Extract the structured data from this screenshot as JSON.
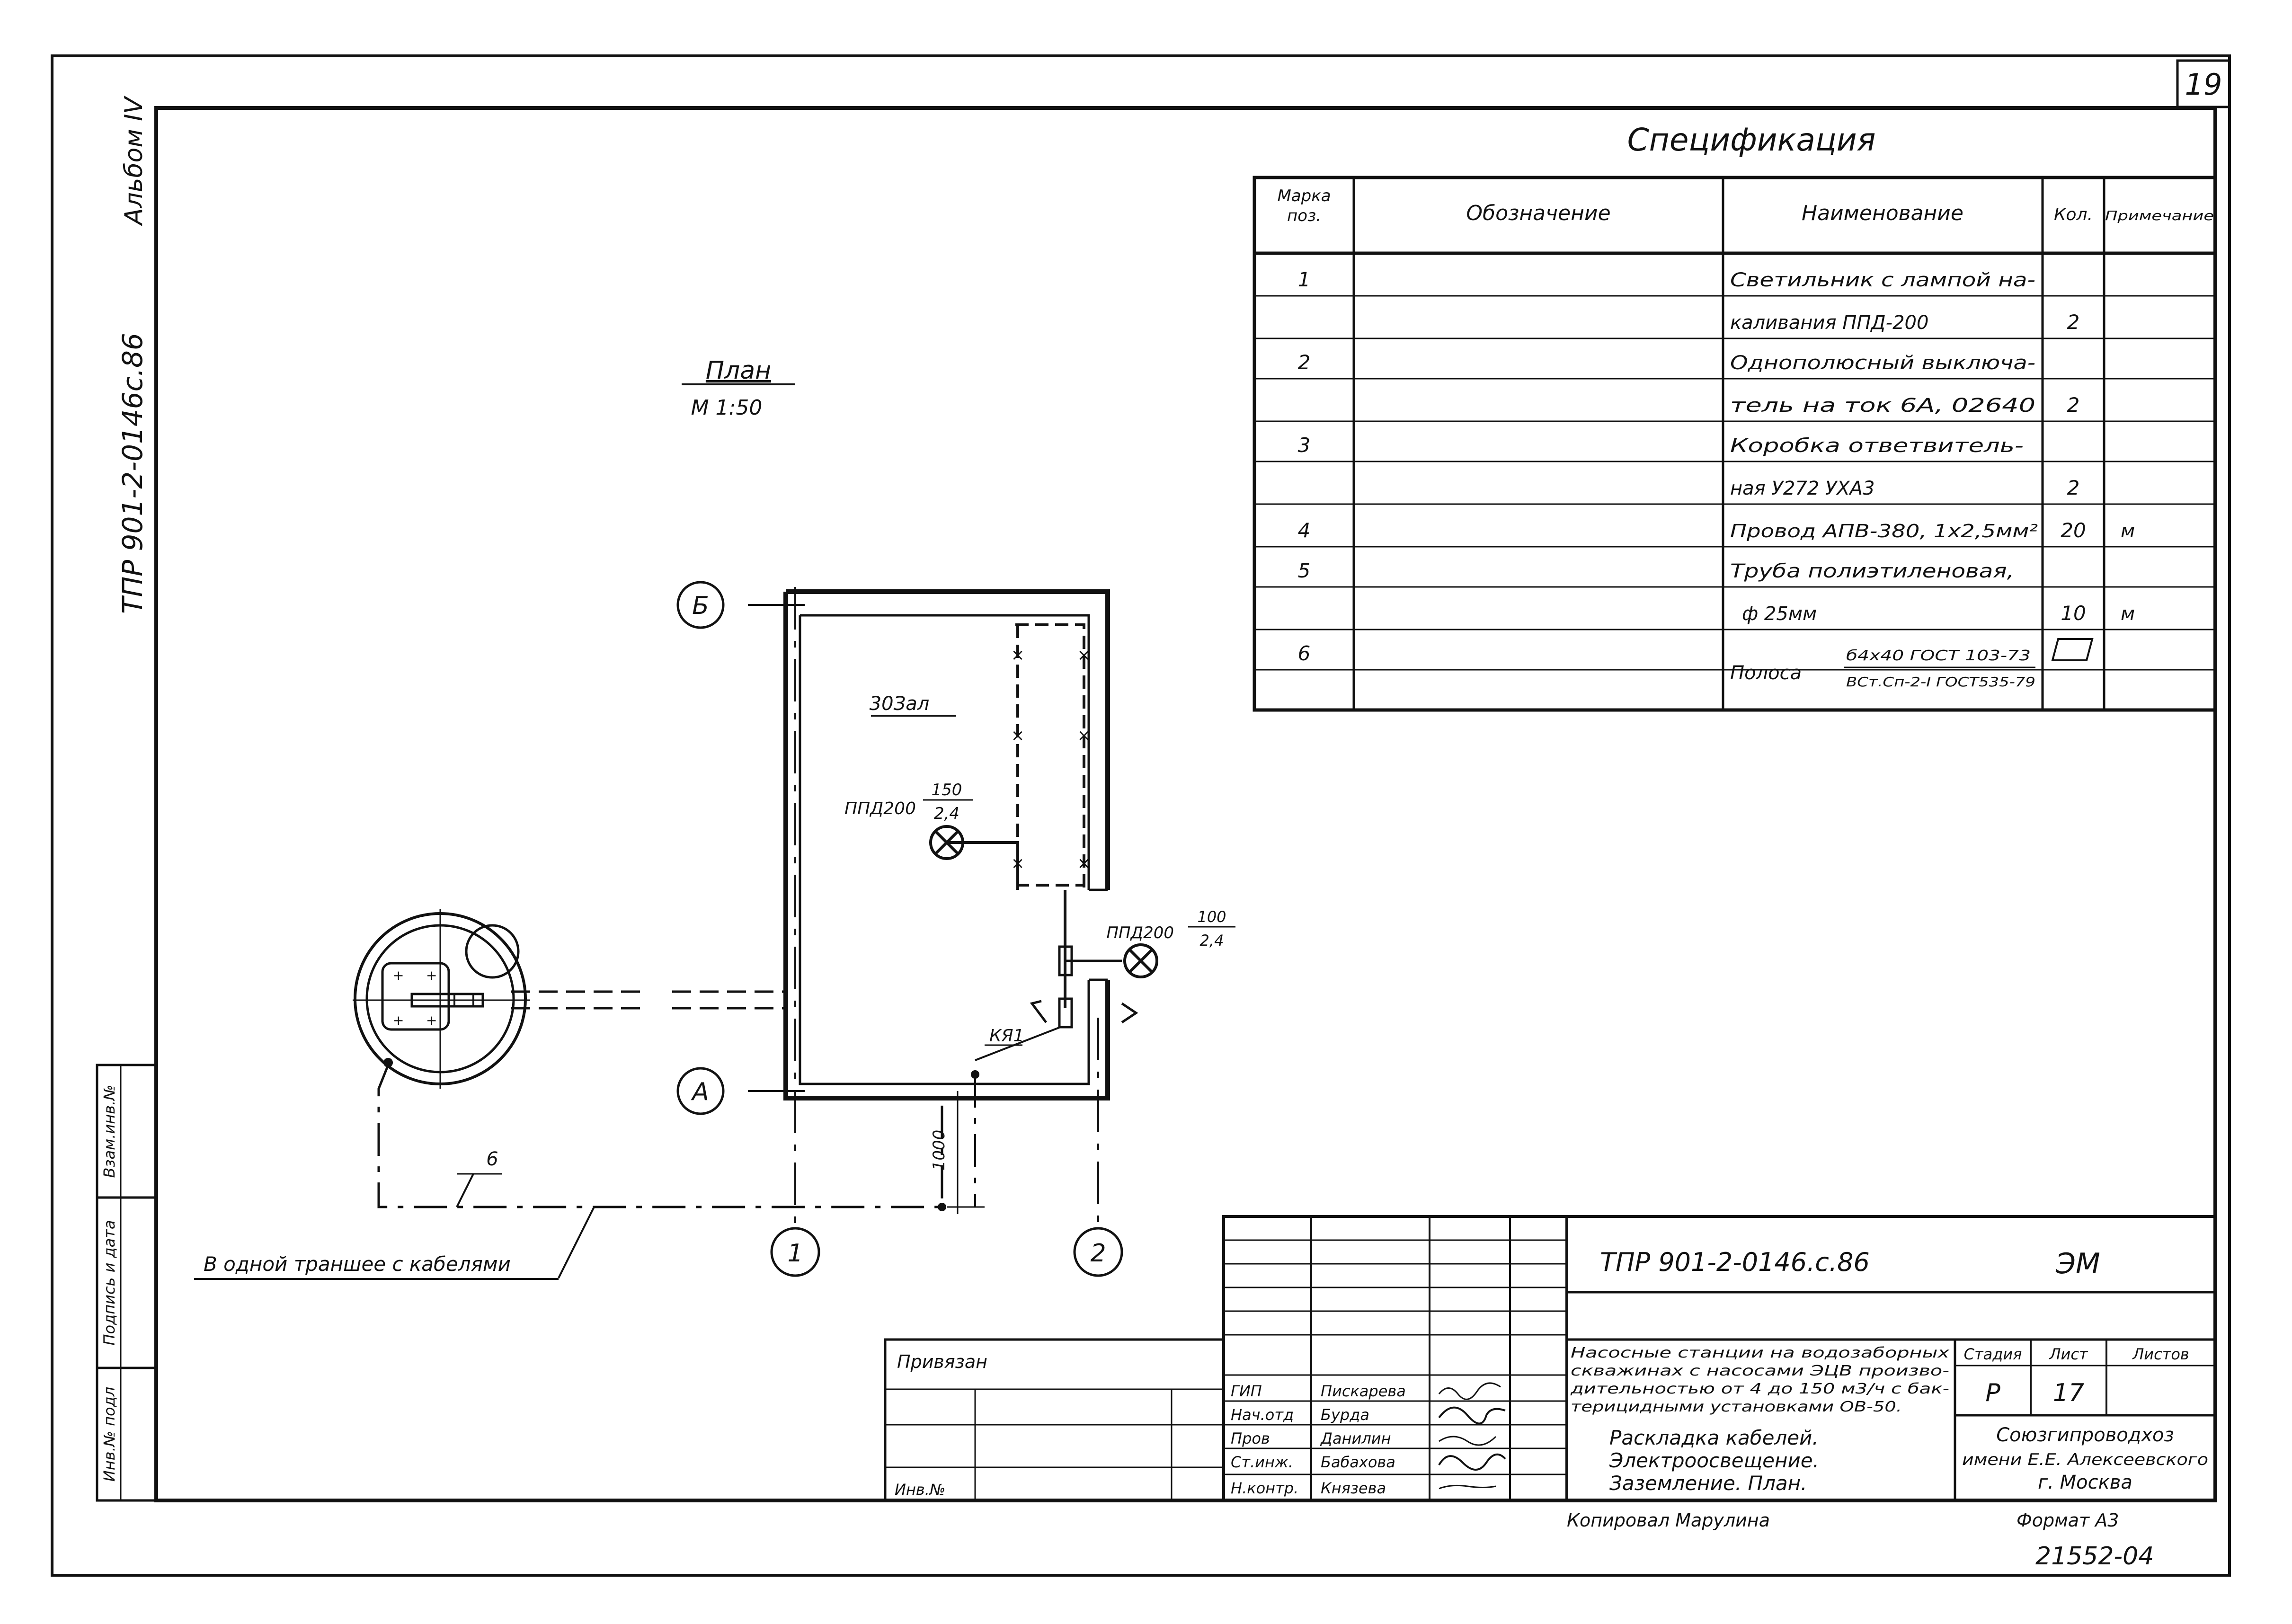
{
  "sheet_number": "19",
  "side_stamp": {
    "album": "Альбом IV",
    "code": "ТПР 901-2-0146с.86",
    "cells": [
      "Взам.инв.№",
      "Подпись и дата",
      "Инв.№ подл"
    ]
  },
  "plan": {
    "title": "План",
    "scale": "М 1:50",
    "room_label": "Зал",
    "room_label_number": "30",
    "lamp1": {
      "type": "ППД200",
      "num": "150",
      "den": "2,4"
    },
    "lamp2": {
      "type": "ППД200",
      "num": "100",
      "den": "2,4"
    },
    "box_label": "КЯ1",
    "dimension": "1000",
    "strip_mark": "6",
    "trench_note": "В одной траншее с кабелями",
    "axis_letters": [
      "Б",
      "А"
    ],
    "axis_numbers": [
      "1",
      "2"
    ]
  },
  "spec": {
    "title": "Спецификация",
    "headers": [
      "Марка поз.",
      "Обозначение",
      "Наименование",
      "Кол.",
      "Примечание"
    ],
    "rows": [
      {
        "pos": "1",
        "name": "Светильник с лампой на-",
        "qty": "",
        "note": ""
      },
      {
        "pos": "",
        "name": "каливания ППД-200",
        "qty": "2",
        "note": ""
      },
      {
        "pos": "2",
        "name": "Однополюсный выключа-",
        "qty": "",
        "note": ""
      },
      {
        "pos": "",
        "name": "тель на ток 6А, 02640",
        "qty": "2",
        "note": ""
      },
      {
        "pos": "3",
        "name": "Коробка ответвитель-",
        "qty": "",
        "note": ""
      },
      {
        "pos": "",
        "name": "ная У272 УХА3",
        "qty": "2",
        "note": ""
      },
      {
        "pos": "4",
        "name": "Провод АПВ-380, 1х2,5мм²",
        "qty": "20",
        "note": "м"
      },
      {
        "pos": "5",
        "name": "Труба полиэтиленовая,",
        "qty": "",
        "note": ""
      },
      {
        "pos": "",
        "name": "ф 25мм",
        "qty": "10",
        "note": "м"
      },
      {
        "pos": "6",
        "name": "Полоса",
        "qty": "",
        "note": ""
      }
    ],
    "strip_gost_top": "б4х40 ГОСТ 103-73",
    "strip_gost_bottom": "ВСт.Сп-2-I ГОСТ535-79"
  },
  "title_block": {
    "doc_code": "ТПР 901-2-0146.с.86",
    "section": "ЭМ",
    "privyazan": "Привязан",
    "inv_no": "Инв.№",
    "roles": [
      "ГИП",
      "Нач.отд",
      "Пров",
      "Ст.инж.",
      "Н.контр."
    ],
    "names": [
      "Пискарева",
      "Бурда",
      "Данилин",
      "Бабахова",
      "Князева"
    ],
    "dates": [
      "",
      "",
      "",
      "",
      ""
    ],
    "project_desc": [
      "Насосные станции на водозаборных",
      "скважинах с насосами ЭЦВ произво-",
      "дительностью от 4 до 150 м3/ч с бак-",
      "терицидными установками ОВ-50."
    ],
    "stage_header": "Стадия",
    "sheet_header": "Лист",
    "sheets_header": "Листов",
    "stage": "Р",
    "sheet": "17",
    "drawing_title": [
      "Раскладка кабелей.",
      "Электроосвещение.",
      "Заземление. План."
    ],
    "org": [
      "Союзгипроводхоз",
      "имени Е.Е. Алексеевского",
      "г. Москва"
    ],
    "copied_by": "Копировал Марулина",
    "format": "Формат А3",
    "order_no": "21552-04"
  }
}
